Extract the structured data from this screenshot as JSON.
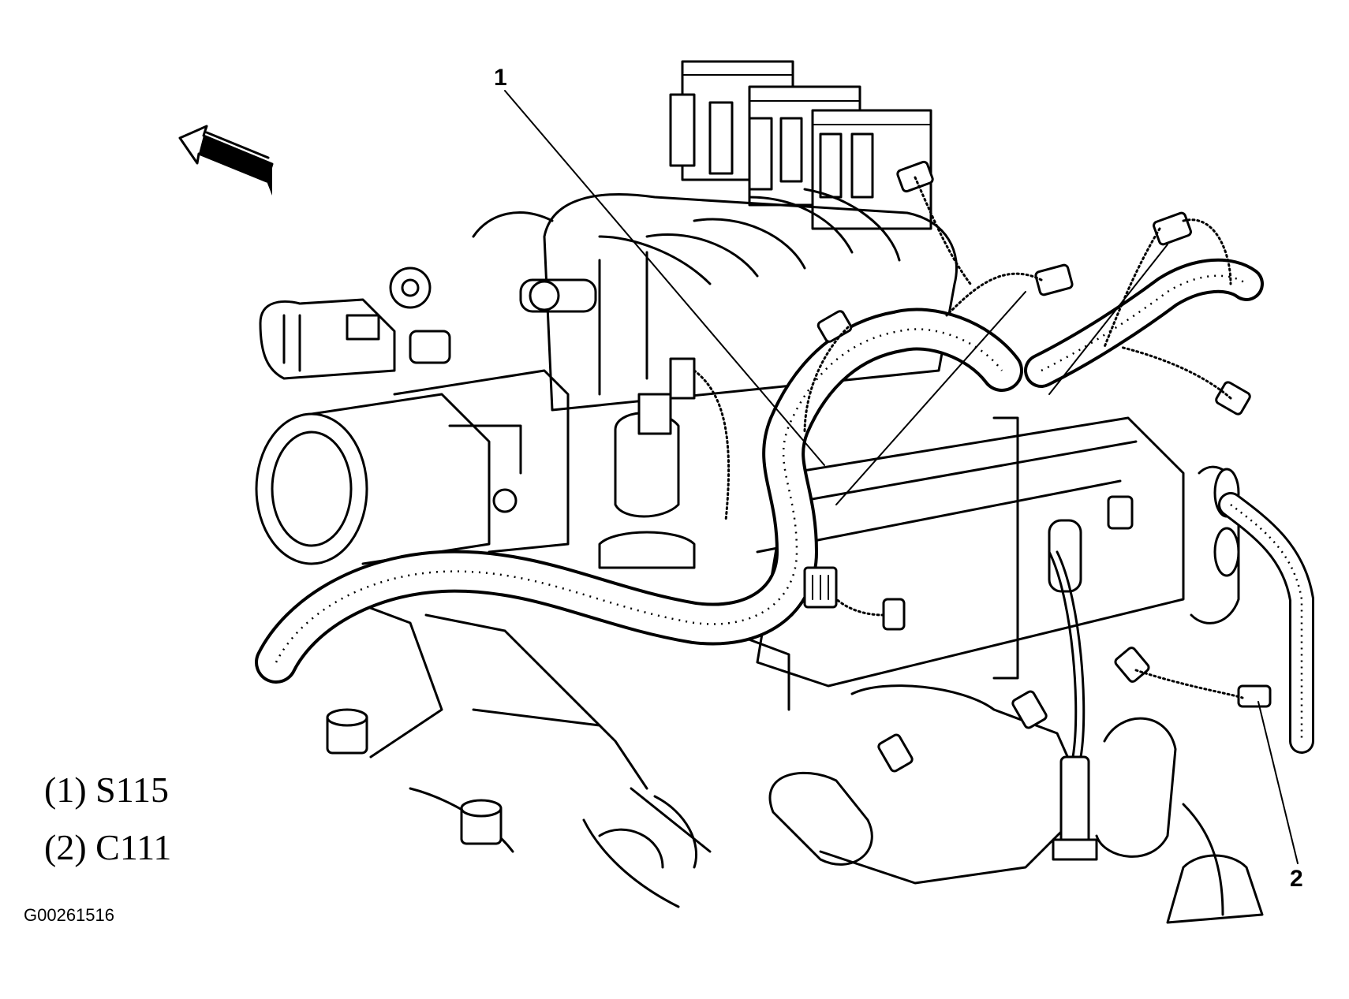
{
  "callouts": [
    {
      "number": "1"
    },
    {
      "number": "2"
    }
  ],
  "legend": [
    {
      "text": "(1) S115"
    },
    {
      "text": "(2) C111"
    }
  ],
  "figure_id": "G00261516",
  "colors": {
    "line": "#000000",
    "background": "#ffffff"
  }
}
